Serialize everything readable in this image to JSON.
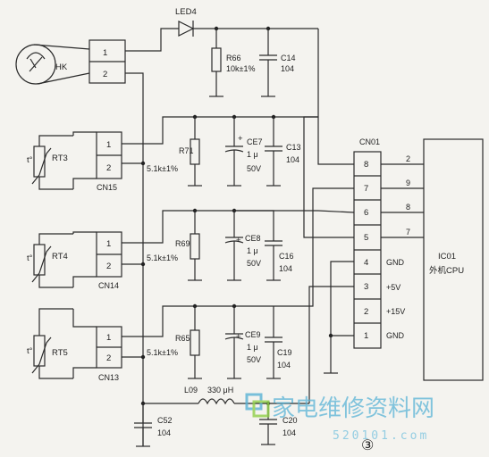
{
  "labels": {
    "hk": "HK",
    "led4": "LED4",
    "r66": "R66",
    "r66_val": "10k±1%",
    "c14": "C14",
    "c14_val": "104",
    "rt3": "RT3",
    "rt4": "RT4",
    "rt5": "RT5",
    "t_symbol": "t°",
    "cn15": "CN15",
    "cn14": "CN14",
    "cn13": "CN13",
    "r71": "R71",
    "r69": "R69",
    "r65": "R65",
    "r_val": "5.1k±1%",
    "ce7": "CE7",
    "ce8": "CE8",
    "ce9": "CE9",
    "ce_val1": "1 μ",
    "ce_val2": "50V",
    "c13": "C13",
    "c16": "C16",
    "c19": "C19",
    "c_val": "104",
    "cn01": "CN01",
    "ic01": "IC01",
    "ic01_desc": "外机CPU",
    "l09": "L09",
    "l09_val": "330 μH",
    "c52": "C52",
    "c52_val": "104",
    "c20": "C20",
    "c20_val": "104",
    "gnd": "GND",
    "p5v": "+5V",
    "p15v": "+15V",
    "pin1": "1",
    "pin2": "2",
    "pin3": "3",
    "pin4": "4",
    "pin5": "5",
    "pin6": "6",
    "pin7": "7",
    "pin8": "8",
    "pin9": "9",
    "ic_pin2": "2",
    "ic_pin9": "9",
    "ic_pin8": "8",
    "ic_pin7": "7",
    "figure_number": "③"
  },
  "watermark": {
    "text": "家电维修资料网",
    "url": "520101.com"
  }
}
